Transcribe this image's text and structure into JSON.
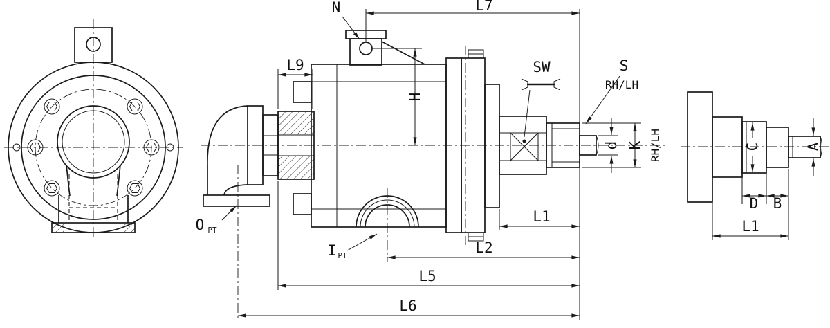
{
  "colors": {
    "line": "#1a1a1a",
    "background": "#ffffff"
  },
  "section_view": {
    "dims": {
      "n": "N",
      "l7": "L7",
      "l9": "L9",
      "h": "H",
      "sw": "SW",
      "s": "S",
      "rhlh_thread": "RH/LH",
      "d_small": "d",
      "k": "K",
      "rhlh_shaft": "RH/LH",
      "l1": "L1",
      "l2": "L2",
      "l5": "L5",
      "l6": "L6"
    },
    "ports": {
      "o": "O",
      "o_sub": "PT",
      "i": "I",
      "i_sub": "PT"
    }
  },
  "end_view": {
    "dims": {
      "a": "A",
      "b": "B",
      "c": "C",
      "d": "D",
      "l1": "L1"
    }
  }
}
